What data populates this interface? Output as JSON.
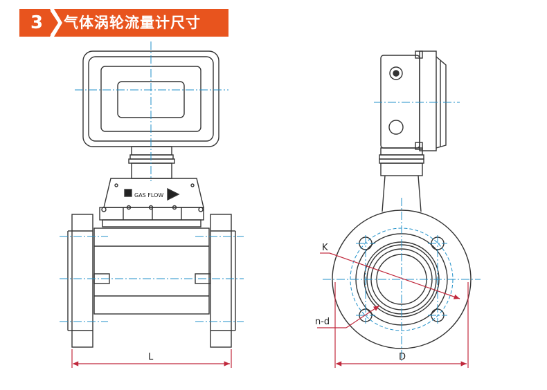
{
  "header": {
    "number": "3",
    "title": "气体涡轮流量计尺寸",
    "accent": "#e8541e"
  },
  "front_view": {
    "plate_text": "GAS FLOW",
    "dimension_L": "L"
  },
  "side_view": {
    "label_K": "K",
    "label_nd": "n-d",
    "dimension_D": "D"
  },
  "colors": {
    "line": "#333333",
    "centerline": "#1f8fc8",
    "dimension": "#c0283c"
  }
}
